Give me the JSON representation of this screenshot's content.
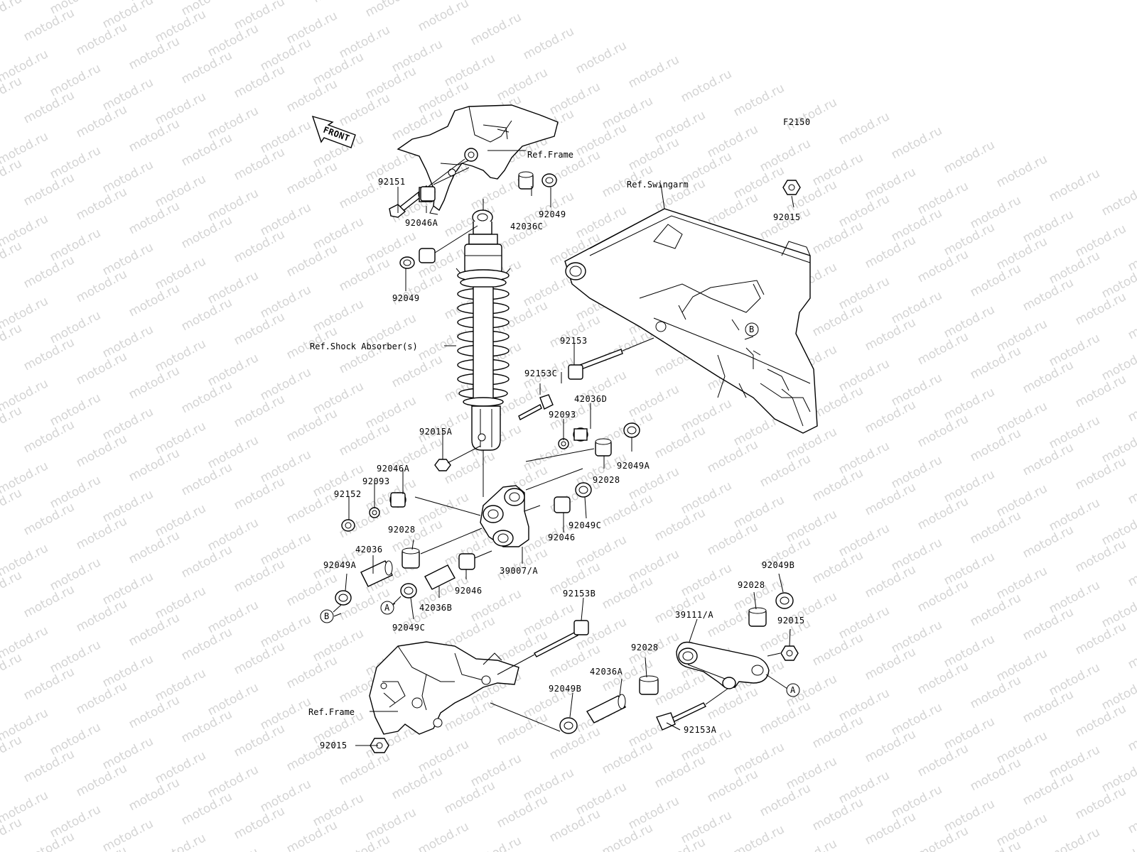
{
  "watermark": "motod.ru",
  "figure_code": "F2150",
  "front_label": "FRONT",
  "refs": [
    {
      "id": "ref-frame-top",
      "text": "Ref.Frame"
    },
    {
      "id": "ref-swingarm",
      "text": "Ref.Swingarm"
    },
    {
      "id": "ref-shock",
      "text": "Ref.Shock Absorber(s)"
    },
    {
      "id": "ref-frame-bottom",
      "text": "Ref.Frame"
    }
  ],
  "parts": [
    "92151",
    "92046A",
    "42036C",
    "92049",
    "92049",
    "92015",
    "92153",
    "92153C",
    "42036D",
    "92093",
    "92015A",
    "92049A",
    "92028",
    "92046A",
    "92093",
    "92152",
    "92049C",
    "92046",
    "92028",
    "39007/A",
    "42036",
    "92049A",
    "92046",
    "42036B",
    "92049C",
    "92153B",
    "92049B",
    "92028",
    "39111/A",
    "92015",
    "92028",
    "42036A",
    "92049B",
    "92153A",
    "92015"
  ],
  "markers": [
    "B",
    "B",
    "A",
    "A"
  ]
}
